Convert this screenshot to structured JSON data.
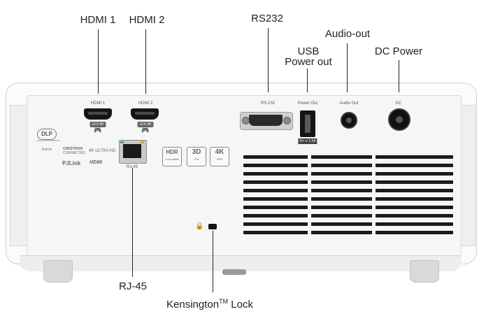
{
  "callouts": {
    "hdmi1": "HDMI 1",
    "hdmi2": "HDMI 2",
    "rs232": "RS232",
    "audio_out": "Audio-out",
    "usb_line1": "USB",
    "usb_line2": "Power out",
    "dc_power": "DC Power",
    "rj45": "RJ-45",
    "kensington_prefix": "Kensington",
    "kensington_tm": "TM",
    "kensington_suffix": " Lock"
  },
  "panel_labels": {
    "hdmi1": "HDMI 1",
    "hdmi2": "HDMI 2",
    "hdmi_version": "v2.0 4K",
    "rs232": "RS-232",
    "power_out": "Power Out",
    "audio_out": "Audio Out",
    "dc": "DC",
    "rj45": "RJ-45",
    "usb_spec": "5V ⎓ 1.5A"
  },
  "logos": {
    "dlp": "DLP",
    "dlp_sub": "TEXAS INSTRUMENTS",
    "crestron_line1": "CRESTRON",
    "crestron_line2": "CONNECTED",
    "ultra_hd": "4K ULTRA HD",
    "pjlink": "PJLink",
    "hdmi": "HDMI",
    "hdr": "HDR",
    "hdr_sub": "Compatible",
    "three_d": "3D",
    "three_d_sub": "Full",
    "four_k": "4K",
    "four_k_sub": "UHD",
    "extron": "Extron"
  },
  "colors": {
    "led_green": "#3fae49",
    "led_amber": "#e0a020"
  }
}
